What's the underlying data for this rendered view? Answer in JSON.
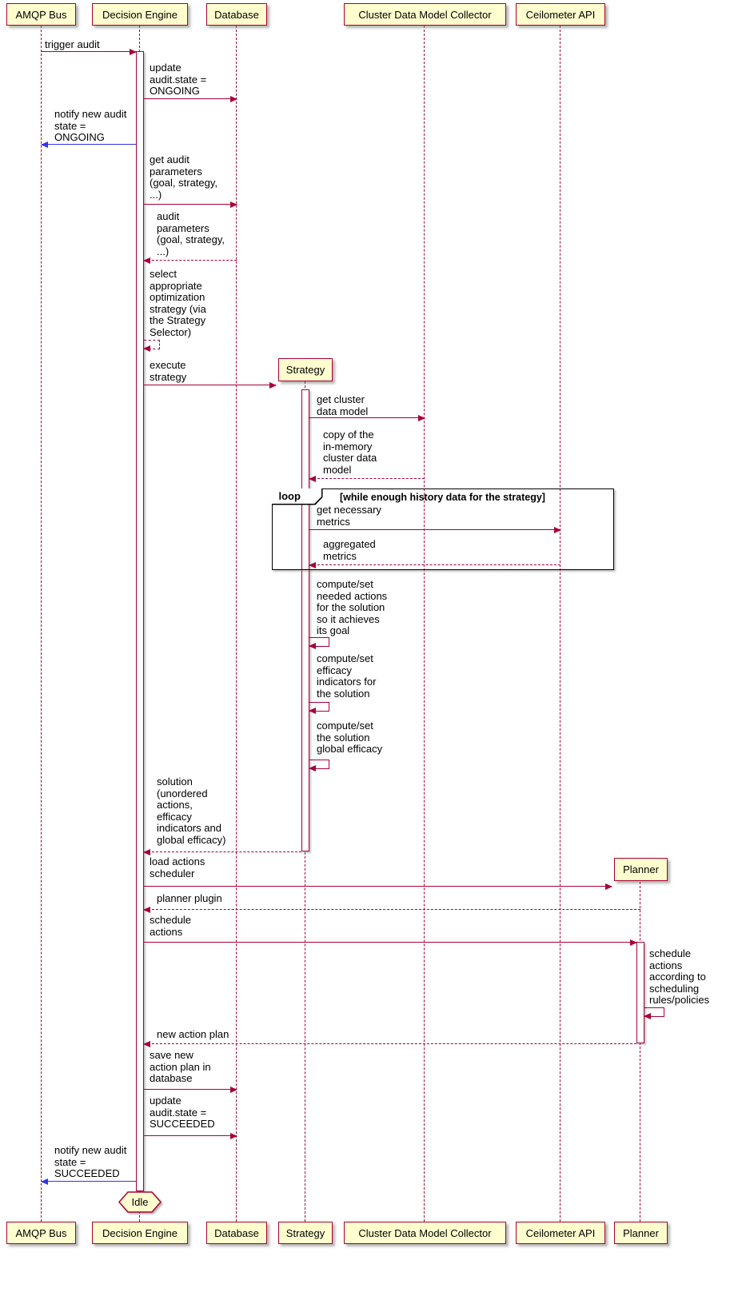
{
  "colors": {
    "participant_fill": "#FEFECE",
    "line_border": "#A80036",
    "blue_arrow": "#3333EB",
    "frame_border": "#000000"
  },
  "participants": [
    {
      "name": "AMQP Bus"
    },
    {
      "name": "Decision Engine"
    },
    {
      "name": "Database"
    },
    {
      "name": "Strategy"
    },
    {
      "name": "Cluster Data Model Collector"
    },
    {
      "name": "Ceilometer API"
    },
    {
      "name": "Planner"
    }
  ],
  "messages": {
    "trigger_audit": {
      "from": "AMQP Bus",
      "to": "Decision Engine",
      "type": "solid",
      "label": "trigger audit"
    },
    "update_state_ongoing": {
      "from": "Decision Engine",
      "to": "Database",
      "type": "solid",
      "label": "update\naudit.state =\nONGOING"
    },
    "notify_state_ongoing": {
      "from": "Decision Engine",
      "to": "AMQP Bus",
      "type": "solid-blue",
      "label": "notify new audit\nstate =\nONGOING"
    },
    "get_audit_parameters": {
      "from": "Decision Engine",
      "to": "Database",
      "type": "solid",
      "label": "get audit\nparameters\n(goal, strategy,\n...)"
    },
    "return_audit_parameters": {
      "from": "Database",
      "to": "Decision Engine",
      "type": "dashed",
      "label": "audit\nparameters\n(goal, strategy,\n...)"
    },
    "select_strategy": {
      "from": "Decision Engine",
      "to": "Decision Engine",
      "type": "dashed-self",
      "label": "select\nappropriate\noptimization\nstrategy (via\nthe Strategy\nSelector)"
    },
    "execute_strategy": {
      "from": "Decision Engine",
      "to": "Strategy",
      "type": "solid",
      "label": "execute\nstrategy"
    },
    "get_cluster_data_model": {
      "from": "Strategy",
      "to": "Cluster Data Model Collector",
      "type": "solid",
      "label": "get cluster\ndata model"
    },
    "return_cluster_data_model": {
      "from": "Cluster Data Model Collector",
      "to": "Strategy",
      "type": "dashed",
      "label": "copy of the\nin-memory\ncluster data\nmodel"
    },
    "get_necessary_metrics": {
      "from": "Strategy",
      "to": "Ceilometer API",
      "type": "solid",
      "label": "get necessary\nmetrics"
    },
    "return_aggregated_metrics": {
      "from": "Ceilometer API",
      "to": "Strategy",
      "type": "dashed",
      "label": "aggregated\nmetrics"
    },
    "compute_needed_actions": {
      "from": "Strategy",
      "to": "Strategy",
      "type": "solid-self",
      "label": "compute/set\nneeded actions\nfor the solution\nso it achieves\nits goal"
    },
    "compute_efficacy_indicators": {
      "from": "Strategy",
      "to": "Strategy",
      "type": "solid-self",
      "label": "compute/set\nefficacy\nindicators for\nthe solution"
    },
    "compute_global_efficacy": {
      "from": "Strategy",
      "to": "Strategy",
      "type": "solid-self",
      "label": "compute/set\nthe solution\nglobal efficacy"
    },
    "return_solution": {
      "from": "Strategy",
      "to": "Decision Engine",
      "type": "dashed",
      "label": "solution\n(unordered\nactions,\nefficacy\nindicators and\nglobal efficacy)"
    },
    "load_actions_scheduler": {
      "from": "Decision Engine",
      "to": "Planner",
      "type": "solid",
      "label": "load actions\nscheduler"
    },
    "return_planner_plugin": {
      "from": "Planner",
      "to": "Decision Engine",
      "type": "dashed",
      "label": "planner plugin"
    },
    "schedule_actions": {
      "from": "Decision Engine",
      "to": "Planner",
      "type": "solid",
      "label": "schedule\nactions"
    },
    "schedule_according_rules": {
      "from": "Planner",
      "to": "Planner",
      "type": "solid-self",
      "label": "schedule\nactions\naccording to\nscheduling\nrules/policies"
    },
    "return_new_action_plan": {
      "from": "Planner",
      "to": "Decision Engine",
      "type": "dashed",
      "label": "new action plan"
    },
    "save_action_plan": {
      "from": "Decision Engine",
      "to": "Database",
      "type": "solid",
      "label": "save new\naction plan in\ndatabase"
    },
    "update_state_succeeded": {
      "from": "Decision Engine",
      "to": "Database",
      "type": "solid",
      "label": "update\naudit.state =\nSUCCEEDED"
    },
    "notify_state_succeeded": {
      "from": "Decision Engine",
      "to": "AMQP Bus",
      "type": "solid-blue",
      "label": "notify new audit\nstate =\nSUCCEEDED"
    }
  },
  "loop": {
    "keyword": "loop",
    "condition": "[while enough history data for the strategy]"
  },
  "end_state": {
    "label": "Idle"
  }
}
